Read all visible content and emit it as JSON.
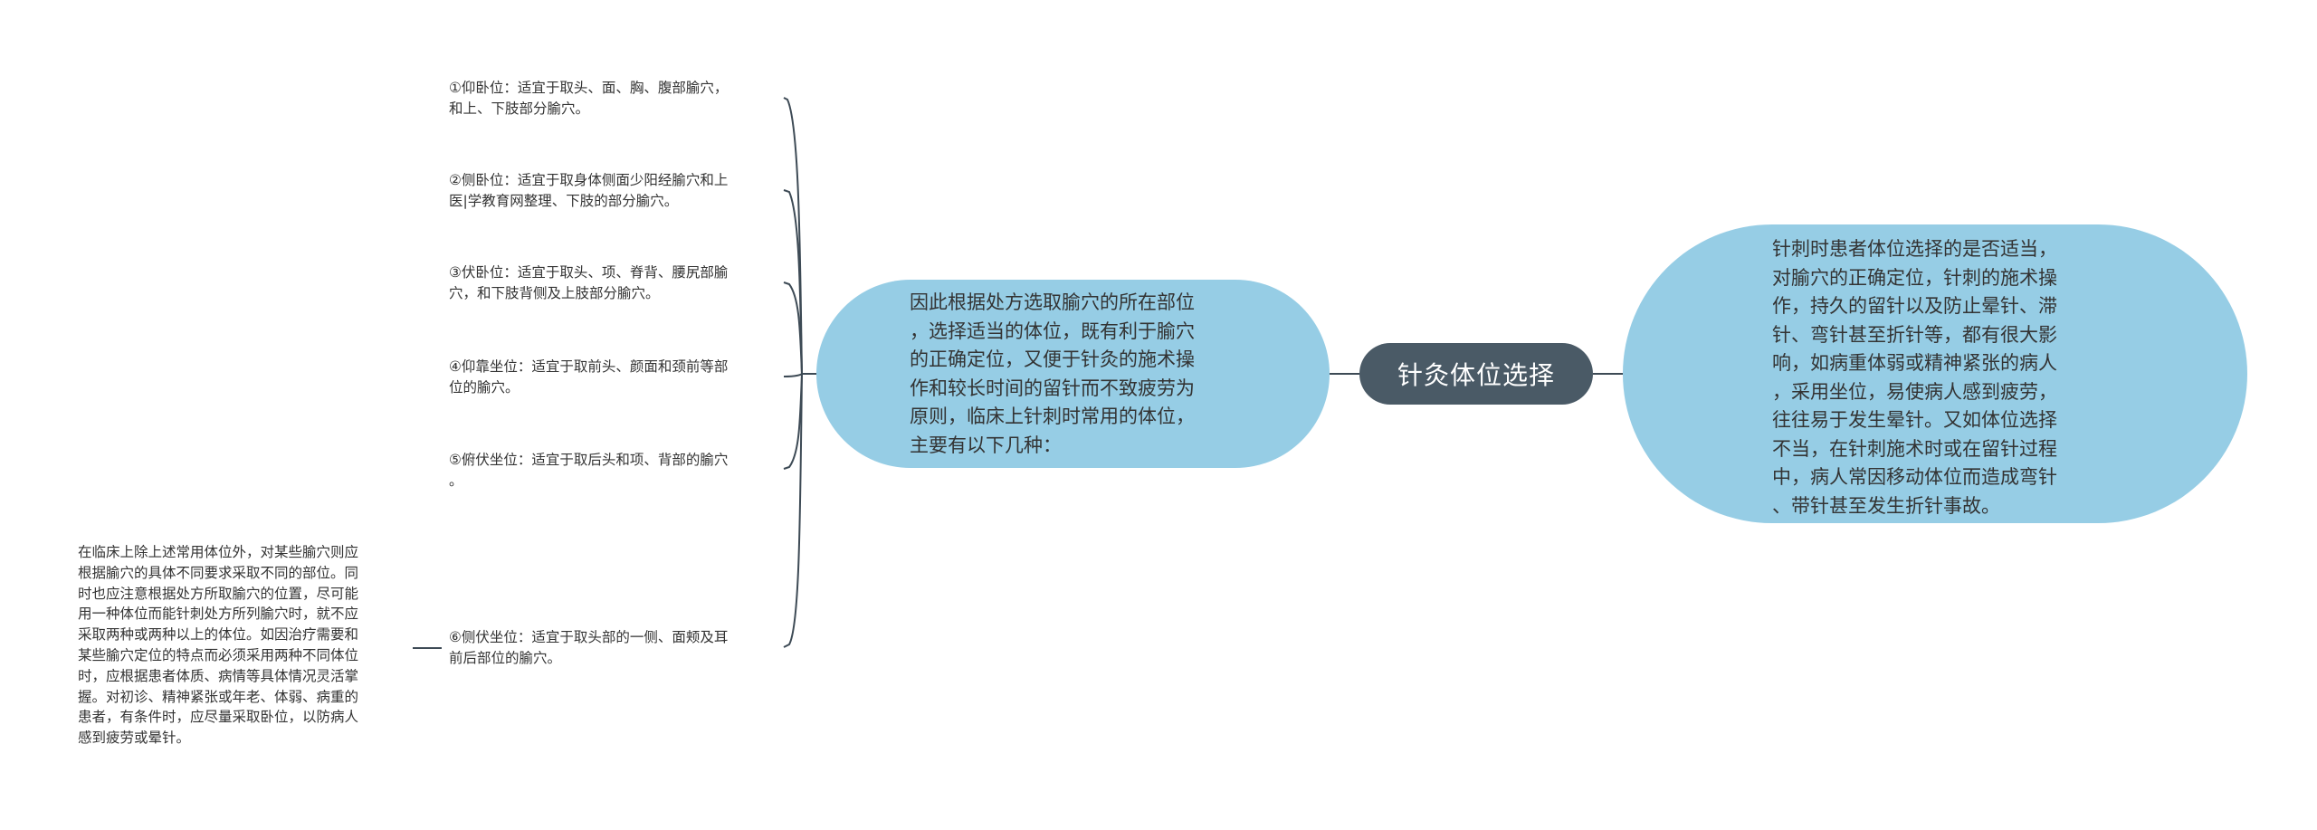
{
  "center": {
    "label": "针灸体位选择"
  },
  "right": {
    "text": "针刺时患者体位选择的是否适当，\n对腧穴的正确定位，针刺的施术操\n作，持久的留针以及防止晕针、滞\n针、弯针甚至折针等，都有很大影\n响，如病重体弱或精神紧张的病人\n，采用坐位，易使病人感到疲劳，\n往往易于发生晕针。又如体位选择\n不当，在针刺施术时或在留针过程\n中，病人常因移动体位而造成弯针\n、带针甚至发生折针事故。"
  },
  "left": {
    "text": "因此根据处方选取腧穴的所在部位\n，选择适当的体位，既有利于腧穴\n的正确定位，又便于针灸的施术操\n作和较长时间的留针而不致疲劳为\n原则，临床上针刺时常用的体位，\n主要有以下几种："
  },
  "leaves": [
    {
      "text": "①仰卧位：适宜于取头、面、胸、腹部腧穴，\n和上、下肢部分腧穴。"
    },
    {
      "text": "②侧卧位：适宜于取身体侧面少阳经腧穴和上\n医|学教育网整理、下肢的部分腧穴。"
    },
    {
      "text": "③伏卧位：适宜于取头、项、脊背、腰尻部腧\n穴，和下肢背侧及上肢部分腧穴。"
    },
    {
      "text": "④仰靠坐位：适宜于取前头、颜面和颈前等部\n位的腧穴。"
    },
    {
      "text": "⑤俯伏坐位：适宜于取后头和项、背部的腧穴\n。"
    },
    {
      "text": "⑥侧伏坐位：适宜于取头部的一侧、面颊及耳\n前后部位的腧穴。"
    }
  ],
  "note": {
    "text": "在临床上除上述常用体位外，对某些腧穴则应\n根据腧穴的具体不同要求采取不同的部位。同\n时也应注意根据处方所取腧穴的位置，尽可能\n用一种体位而能针刺处方所列腧穴时，就不应\n采取两种或两种以上的体位。如因治疗需要和\n某些腧穴定位的特点而必须采用两种不同体位\n时，应根据患者体质、病情等具体情况灵活掌\n握。对初诊、精神紧张或年老、体弱、病重的\n患者，有条件时，应尽量采取卧位，以防病人\n感到疲劳或晕针。"
  },
  "colors": {
    "center_fill": "#4a5a66",
    "bubble_fill": "#96cde5",
    "connector": "#3d4a55"
  }
}
